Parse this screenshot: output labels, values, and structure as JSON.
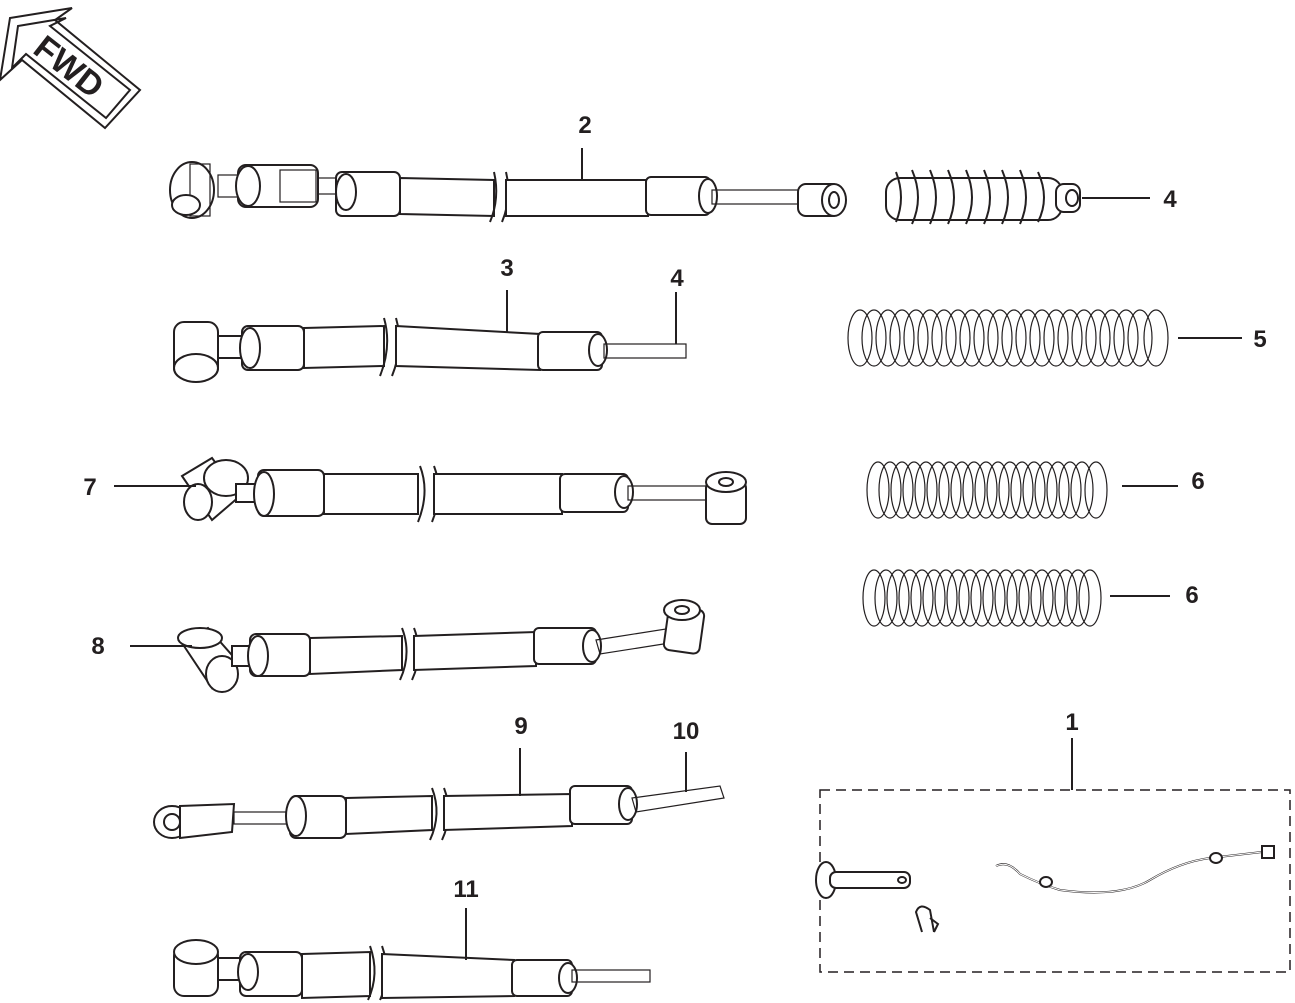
{
  "badge": {
    "text": "FWD"
  },
  "callouts": {
    "c2": "2",
    "c3": "3",
    "c4a": "4",
    "c4b": "4",
    "c5": "5",
    "c6a": "6",
    "c6b": "6",
    "c7": "7",
    "c8": "8",
    "c9": "9",
    "c10": "10",
    "c11": "11",
    "c1": "1"
  },
  "colors": {
    "ink": "#231f20",
    "paper": "#ffffff"
  }
}
